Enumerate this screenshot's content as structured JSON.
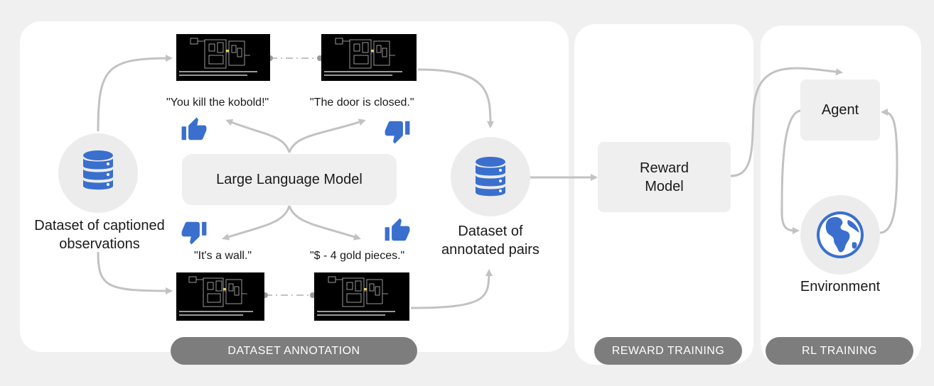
{
  "panels": {
    "dataset_annotation": "DATASET ANNOTATION",
    "reward_training": "REWARD TRAINING",
    "rl_training": "RL TRAINING"
  },
  "nodes": {
    "dataset_captioned": "Dataset of captioned observations",
    "llm": "Large Language Model",
    "dataset_annotated": "Dataset of annotated pairs",
    "reward_model": "Reward Model",
    "agent": "Agent",
    "environment": "Environment"
  },
  "captions": {
    "top_left": "\"You kill the kobold!\"",
    "top_right": "\"The door is closed.\"",
    "bottom_left": "\"It's a wall.\"",
    "bottom_right": "\"$ - 4 gold pieces.\""
  },
  "icons": {
    "database": "database-icon",
    "thumbs_up": "thumbs-up-icon",
    "thumbs_down": "thumbs-down-icon",
    "globe": "globe-icon"
  },
  "colors": {
    "icon_blue": "#3a6fce",
    "arrow_gray": "#c2c2c2",
    "pill_gray": "#7d7d7d"
  }
}
